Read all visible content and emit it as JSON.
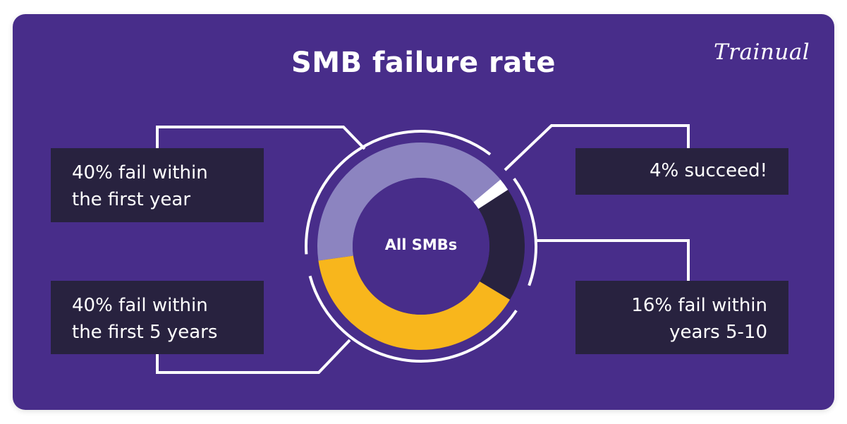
{
  "title": "SMB failure rate",
  "brand": {
    "logo_text": "Trainual"
  },
  "colors": {
    "background": "#482D8A",
    "label_box": "#28223F",
    "text": "#FFFFFF",
    "connector": "#FFFFFF"
  },
  "center_label": "All SMBs",
  "labels": {
    "first_year": {
      "line1": "40% fail within",
      "line2": "the first year"
    },
    "first_5_years": {
      "line1": "40% fail within",
      "line2": "the first 5 years"
    },
    "succeed": {
      "line1": "4% succeed!"
    },
    "years_5_10": {
      "line1": "16% fail within",
      "line2": "years 5-10"
    }
  },
  "chart_data": {
    "type": "pie",
    "subtype": "donut",
    "title": "SMB failure rate",
    "center_text": "All SMBs",
    "categories": [
      "Fail within the first year",
      "Succeed",
      "Fail within years 5-10",
      "Fail within the first 5 years"
    ],
    "values": [
      40,
      4,
      16,
      40
    ],
    "unit": "%",
    "colors": [
      "#8C84C0",
      "#FFFFFF",
      "#28223F",
      "#F8B61C"
    ],
    "annotations": [
      "40% fail within the first year",
      "4% succeed!",
      "16% fail within years 5-10",
      "40% fail within the first 5 years"
    ],
    "legend": "none (callout boxes)",
    "segments_deg": [
      {
        "name": "Fail within the first year",
        "start": -98,
        "end": 50,
        "color": "#8C84C0"
      },
      {
        "name": "Succeed",
        "start": 50,
        "end": 57,
        "color": "#FFFFFF"
      },
      {
        "name": "Fail within years 5-10",
        "start": 57,
        "end": 121,
        "color": "#28223F"
      },
      {
        "name": "Fail within the first 5 years",
        "start": 121,
        "end": 262,
        "color": "#F8B61C"
      }
    ]
  }
}
